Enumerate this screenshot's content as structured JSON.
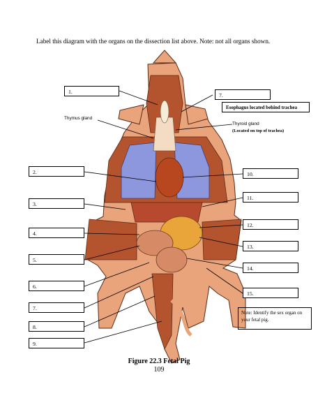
{
  "instructions": "Label this diagram with the organs on the dissection list above. Note: not all organs shown.",
  "figure_caption": "Figure 22.3 Fetal Pig",
  "page_number": "109",
  "given_labels": {
    "thymus": "Thymus gland",
    "thyroid": "Thyroid gland",
    "thyroid_note": "(Located on top of trachea)",
    "esophagus": "Esophagus located behind trachea"
  },
  "note": "Note: Identify the sex organ on your fetal pig.",
  "label_boxes": {
    "b1": "1.",
    "b2": "2.",
    "b3": "3.",
    "b4": "4.",
    "b5": "5.",
    "b6": "6.",
    "b7l": "7.",
    "b8": "8.",
    "b9": "9.",
    "b7r": "7.",
    "b10": "10.",
    "b11": "11.",
    "b12": "12.",
    "b13": "13.",
    "b14": "14.",
    "b15": "15."
  },
  "colors": {
    "skin": "#e9a47c",
    "muscle": "#b4542e",
    "lung": "#8d97de",
    "heart": "#b8471f",
    "liver": "#b7492f",
    "stomach": "#e9a43a",
    "intestine": "#d68a66",
    "thymus": "#f4dcc4"
  }
}
